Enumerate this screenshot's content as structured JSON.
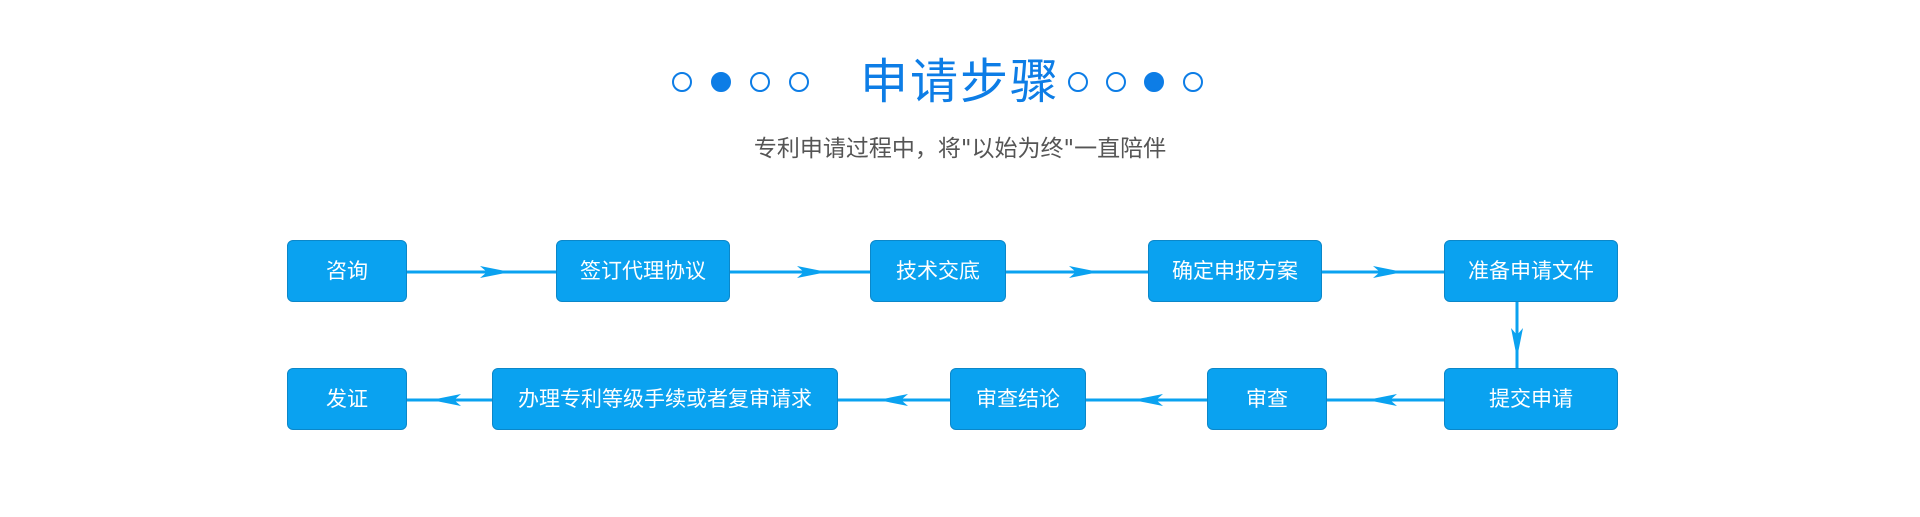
{
  "header": {
    "title": "申请步骤",
    "subtitle": "专利申请过程中，将\"以始为终\"一直陪伴",
    "accent_color": "#0d7de6"
  },
  "flow": {
    "box_color": "#0aa2f0",
    "line_color": "#0aa2f0",
    "row1": [
      "咨询",
      "签订代理协议",
      "技术交底",
      "确定申报方案",
      "准备申请文件"
    ],
    "row2": [
      "提交申请",
      "审查",
      "审查结论",
      "办理专利等级手续或者复审请求",
      "发证"
    ]
  }
}
